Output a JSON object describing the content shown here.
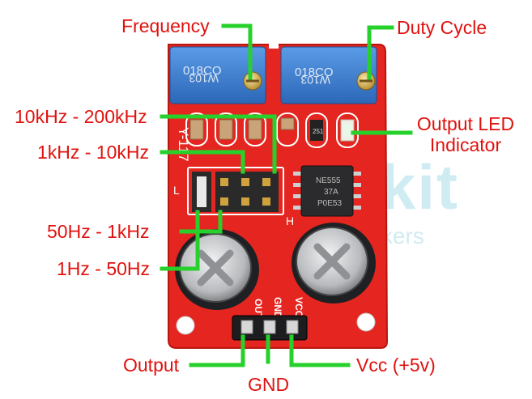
{
  "colors": {
    "label": "#e0120e",
    "leader": "#27d12b",
    "pcb": "#e5251f",
    "pcb_dark": "#b8160f",
    "pot": "#3e7fd0",
    "watermark": "#bfe6ee"
  },
  "labels": {
    "frequency": "Frequency",
    "duty_cycle": "Duty Cycle",
    "range_high": "10kHz - 200kHz",
    "range_mid": "1kHz - 10kHz",
    "range_low": "50Hz - 1kHz",
    "range_lowest": "1Hz - 50Hz",
    "output_led_line1": "Output LED",
    "output_led_line2": "Indicator",
    "output": "Output",
    "gnd": "GND",
    "vcc": "Vcc (+5v)"
  },
  "board_text": {
    "pot_left_top": "018CO",
    "pot_left_bottom": "W103",
    "pot_right_top": "018CO",
    "pot_right_bottom": "W103",
    "model": "Y-117",
    "chip_line1": "NE555",
    "chip_line2": "37A",
    "chip_line3": "P0E53",
    "resistor": "251",
    "pin_gnd": "GND",
    "pin_out": "OUT",
    "pin_vcc": "VCC",
    "jumper_left": "L",
    "jumper_right": "H"
  },
  "watermark": {
    "brand": "kit",
    "tagline": "makers for makers"
  }
}
